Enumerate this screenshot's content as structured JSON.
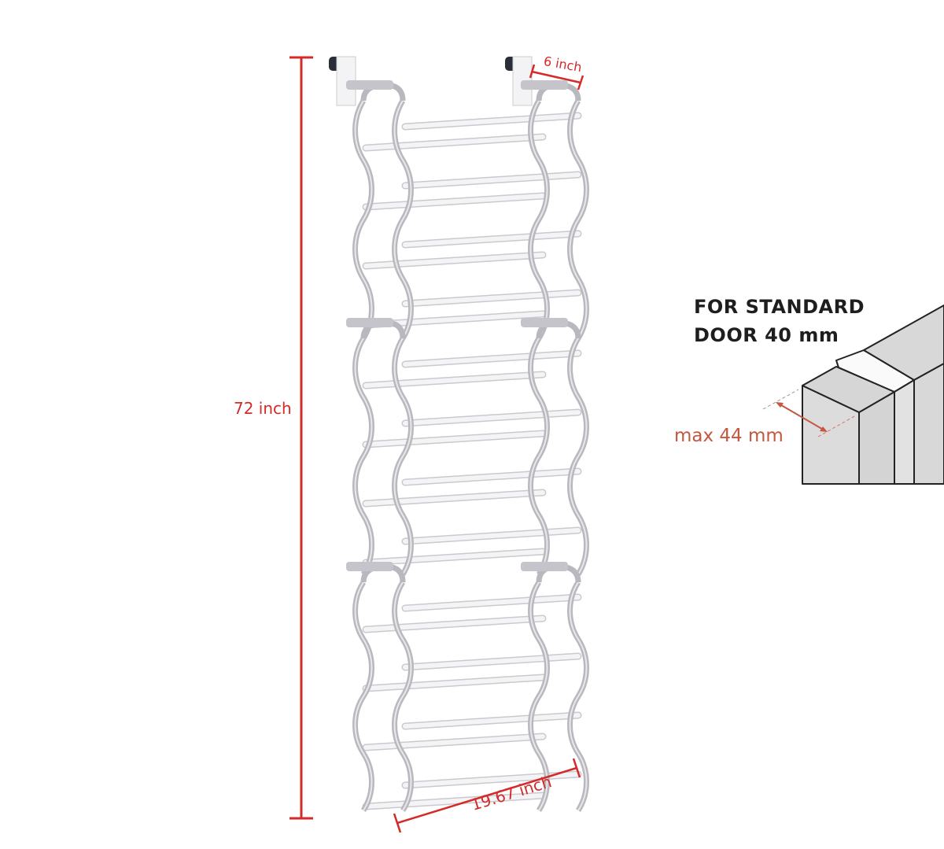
{
  "dimensions": {
    "height_label": "72 inch",
    "width_label": "19.67 inch",
    "depth_label": "6 inch"
  },
  "door_note": {
    "line1": "FOR STANDARD",
    "line2": "DOOR 40 mm",
    "max_label": "max 44 mm"
  },
  "colors": {
    "dimension_red": "#d42a2a",
    "frame_gray": "#b8b8be",
    "rod_white": "#f4f4f6",
    "door_gray": "#d9d9d9"
  }
}
